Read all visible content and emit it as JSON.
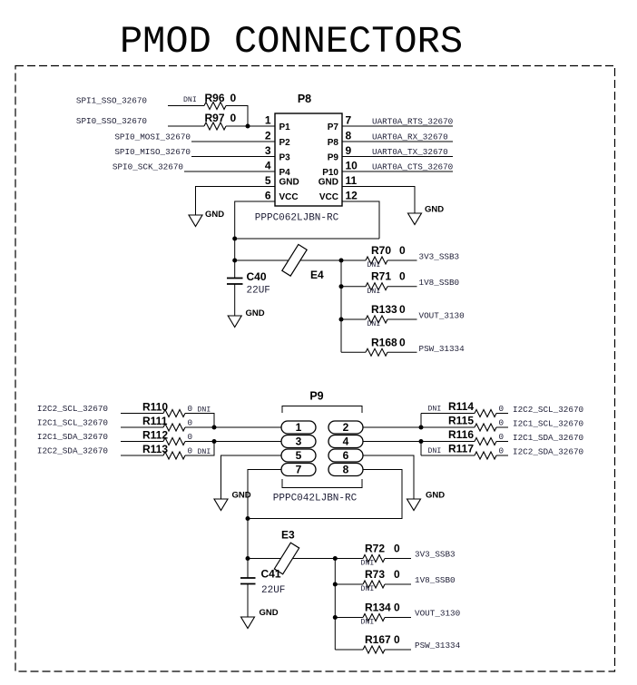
{
  "title": "PMOD CONNECTORS",
  "labels": {
    "gnd": "GND"
  },
  "p8": {
    "refdes": "P8",
    "part": "PPPC062LJBN-RC",
    "pin_nums_left": [
      "1",
      "2",
      "3",
      "4",
      "5",
      "6"
    ],
    "pin_nums_right": [
      "7",
      "8",
      "9",
      "10",
      "11",
      "12"
    ],
    "pin_labels_left": [
      "P1",
      "P2",
      "P3",
      "P4",
      "GND",
      "VCC"
    ],
    "pin_labels_right": [
      "P7",
      "P8",
      "P9",
      "P10",
      "GND",
      "VCC"
    ],
    "nets_left": [
      "SPI1_SSO_32670",
      "SPI0_SSO_32670",
      "SPI0_MOSI_32670",
      "SPI0_MISO_32670",
      "SPI0_SCK_32670"
    ],
    "nets_right": [
      "UART0A_RTS_32670",
      "UART0A_RX_32670",
      "UART0A_TX_32670",
      "UART0A_CTS_32670"
    ],
    "r96": {
      "refdes": "R96",
      "value": "0",
      "dni": "DNI"
    },
    "r97": {
      "refdes": "R97",
      "value": "0"
    }
  },
  "p8_power": {
    "cap": {
      "refdes": "C40",
      "value": "22UF"
    },
    "bead": {
      "refdes": "E4"
    },
    "rails": [
      {
        "refdes": "R70",
        "value": "0",
        "dni": "DNI",
        "net": "3V3_SSB3"
      },
      {
        "refdes": "R71",
        "value": "0",
        "dni": "DNI",
        "net": "1V8_SSB0"
      },
      {
        "refdes": "R133",
        "value": "0",
        "dni": "DNI",
        "net": "VOUT_3130"
      },
      {
        "refdes": "R168",
        "value": "0",
        "net": "PSW_31334"
      }
    ]
  },
  "p9": {
    "refdes": "P9",
    "part": "PPPC042LJBN-RC",
    "pin_nums_left": [
      "1",
      "3",
      "5",
      "7"
    ],
    "pin_nums_right": [
      "2",
      "4",
      "6",
      "8"
    ],
    "rows_left": [
      {
        "net": "I2C2_SCL_32670",
        "refdes": "R110",
        "value": "0",
        "dni": "DNI"
      },
      {
        "net": "I2C1_SCL_32670",
        "refdes": "R111",
        "value": "0"
      },
      {
        "net": "I2C1_SDA_32670",
        "refdes": "R112",
        "value": "0"
      },
      {
        "net": "I2C2_SDA_32670",
        "refdes": "R113",
        "value": "0",
        "dni": "DNI"
      }
    ],
    "rows_right": [
      {
        "net": "I2C2_SCL_32670",
        "refdes": "R114",
        "value": "0",
        "dni": "DNI"
      },
      {
        "net": "I2C1_SCL_32670",
        "refdes": "R115",
        "value": "0"
      },
      {
        "net": "I2C1_SDA_32670",
        "refdes": "R116",
        "value": "0"
      },
      {
        "net": "I2C2_SDA_32670",
        "refdes": "R117",
        "value": "0",
        "dni": "DNI"
      }
    ]
  },
  "p9_power": {
    "cap": {
      "refdes": "C41",
      "value": "22UF"
    },
    "bead": {
      "refdes": "E3"
    },
    "rails": [
      {
        "refdes": "R72",
        "value": "0",
        "dni": "DNI",
        "net": "3V3_SSB3"
      },
      {
        "refdes": "R73",
        "value": "0",
        "dni": "DNI",
        "net": "1V8_SSB0"
      },
      {
        "refdes": "R134",
        "value": "0",
        "dni": "DNI",
        "net": "VOUT_3130"
      },
      {
        "refdes": "R167",
        "value": "0",
        "net": "PSW_31334"
      }
    ]
  }
}
